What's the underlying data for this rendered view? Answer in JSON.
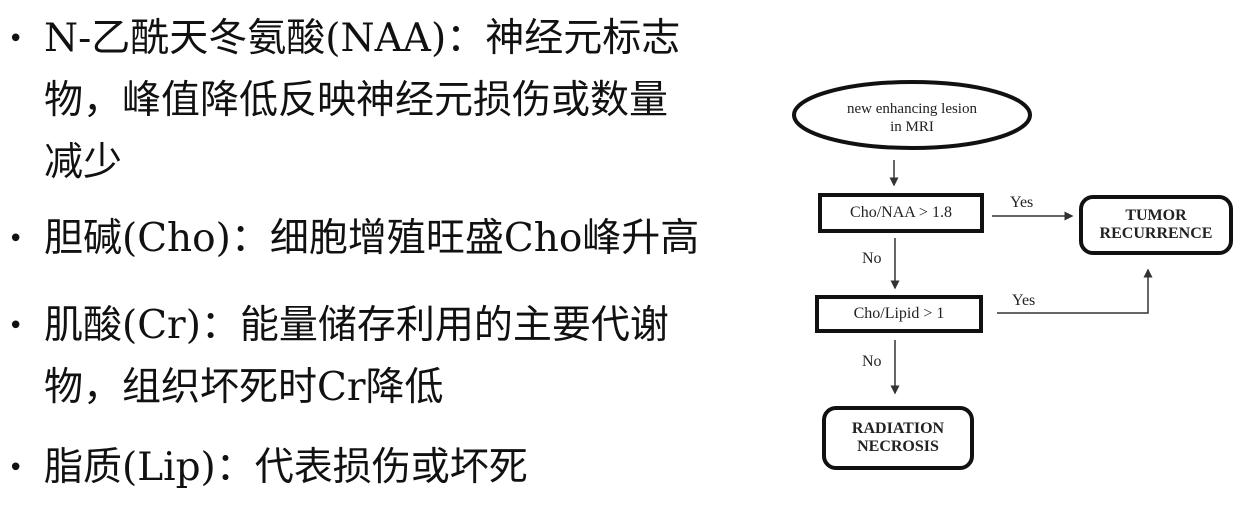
{
  "bullets": [
    {
      "line1": "N-乙酰天冬氨酸(NAA)：神经元标志",
      "line2": "物，峰值降低反映神经元损伤或数量",
      "line3": "减少"
    },
    {
      "line1": "胆碱(Cho)：细胞增殖旺盛Cho峰升高"
    },
    {
      "line1": "肌酸(Cr)：能量储存利用的主要代谢",
      "line2": "物，组织坏死时Cr降低"
    },
    {
      "line1": "脂质(Lip)：代表损伤或坏死"
    }
  ],
  "flowchart": {
    "start": {
      "line1": "new enhancing lesion",
      "line2": "in MRI"
    },
    "decision1": "Cho/NAA > 1.8",
    "decision2": "Cho/Lipid > 1",
    "outcome_tumor": {
      "line1": "TUMOR",
      "line2": "RECURRENCE"
    },
    "outcome_necrosis": {
      "line1": "RADIATION",
      "line2": "NECROSIS"
    },
    "yes_label": "Yes",
    "no_label": "No"
  }
}
